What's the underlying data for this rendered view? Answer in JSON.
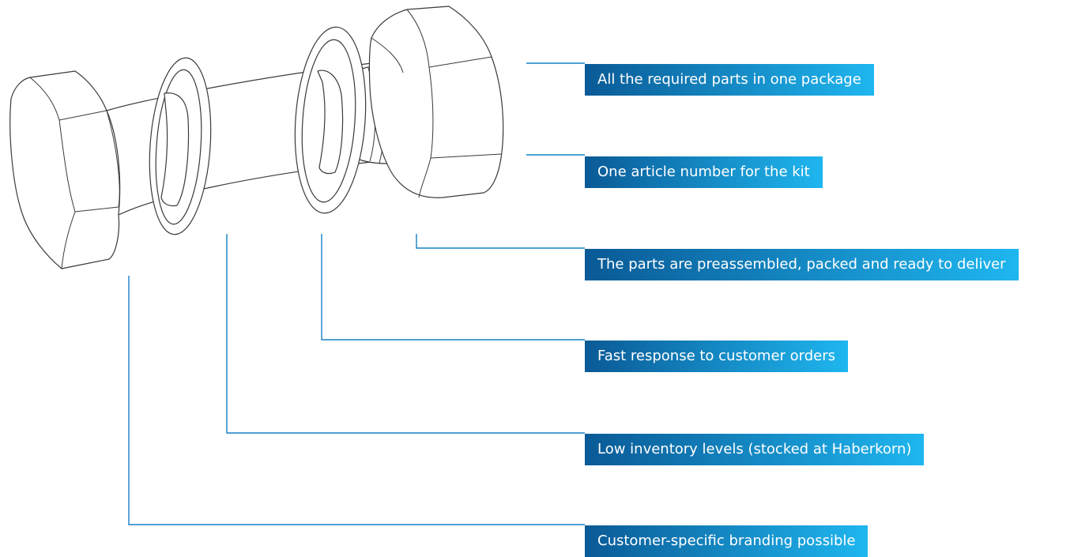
{
  "colors": {
    "label_gradient_start": "#0a5a96",
    "label_gradient_end": "#1fb6ef",
    "leader_line": "#1680c7",
    "drawing_stroke": "#3a3a3a"
  },
  "callouts": [
    {
      "text": "All the required parts in one package"
    },
    {
      "text": "One article number for the kit"
    },
    {
      "text": "The parts are preassembled, packed and ready to deliver"
    },
    {
      "text": "Fast response to customer orders"
    },
    {
      "text": "Low inventory levels (stocked at Haberkorn)"
    },
    {
      "text": "Customer-specific branding possible"
    }
  ],
  "illustration": {
    "icon": "bolt-nut-washer-kit-icon"
  }
}
